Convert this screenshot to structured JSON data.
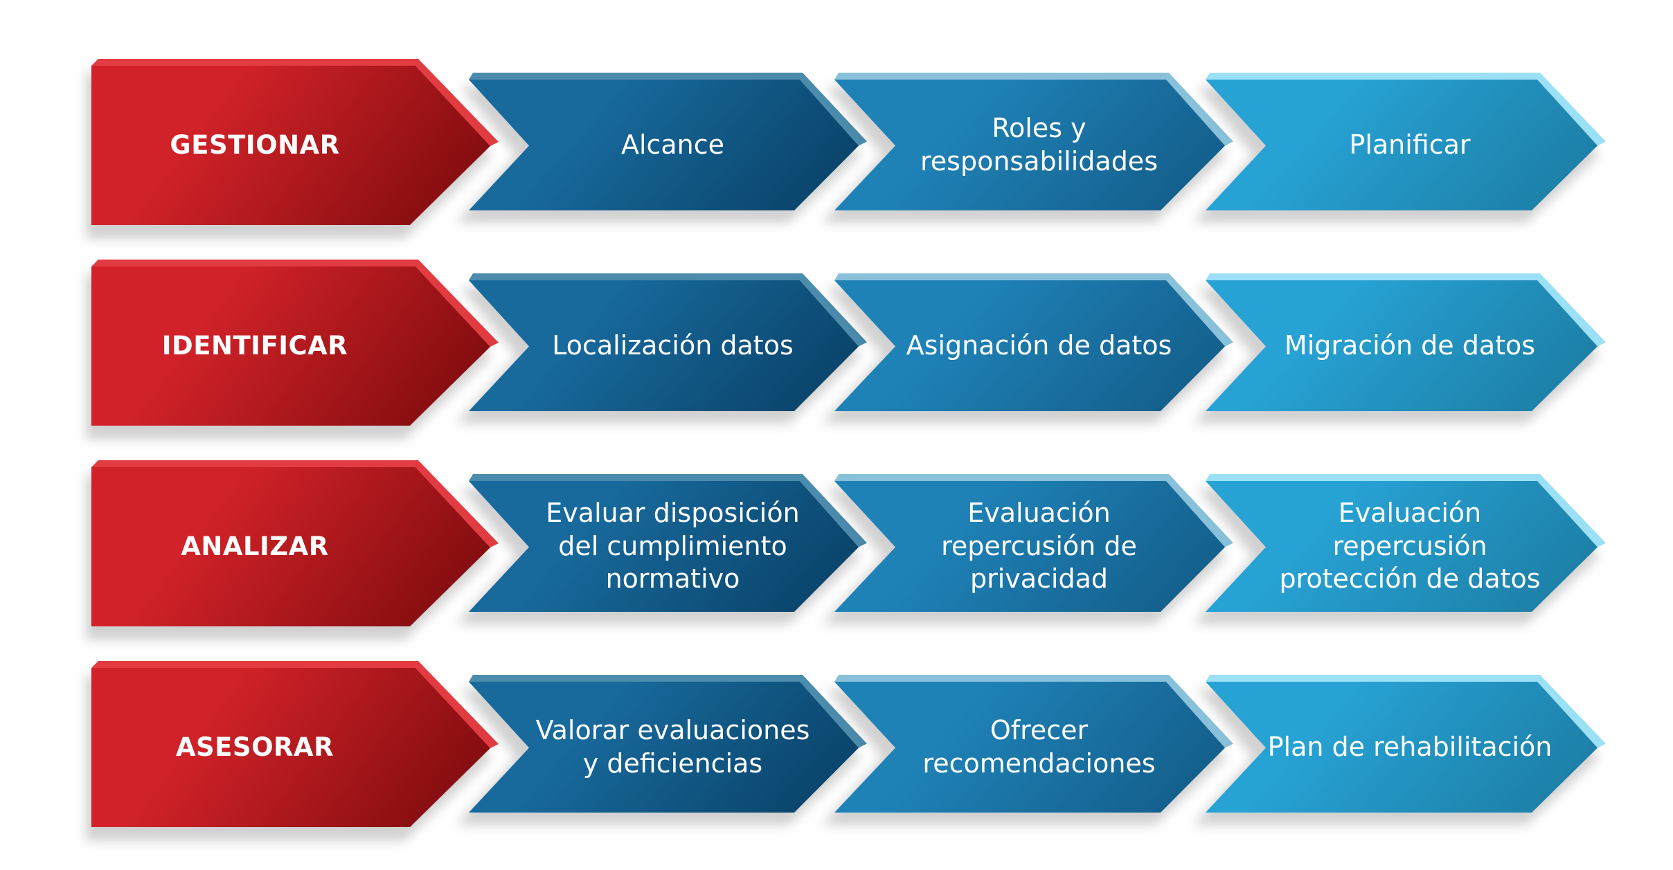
{
  "colors": {
    "phase": [
      "#d02228",
      "#850d10",
      "#e23b41"
    ],
    "step1": [
      "#186a9d",
      "#0a456c",
      "#4b8bac"
    ],
    "step2": [
      "#1f82b7",
      "#14608d",
      "#88c1d9"
    ],
    "step3": [
      "#27a2d4",
      "#1d80a8",
      "#9ce0f6"
    ]
  },
  "rows": [
    {
      "phase": "GESTIONAR",
      "steps": [
        "Alcance",
        "Roles y\nresponsabilidades",
        "Planificar"
      ]
    },
    {
      "phase": "IDENTIFICAR",
      "steps": [
        "Localización datos",
        "Asignación de datos",
        "Migración de datos"
      ]
    },
    {
      "phase": "ANALIZAR",
      "steps": [
        "Evaluar disposición\ndel cumplimiento\nnormativo",
        "Evaluación\nrepercusión de\nprivacidad",
        "Evaluación\nrepercusión\nprotección de datos"
      ]
    },
    {
      "phase": "ASESORAR",
      "steps": [
        "Valorar evaluaciones\ny deficiencias",
        "Ofrecer\nrecomendaciones",
        "Plan de rehabilitación"
      ]
    }
  ]
}
